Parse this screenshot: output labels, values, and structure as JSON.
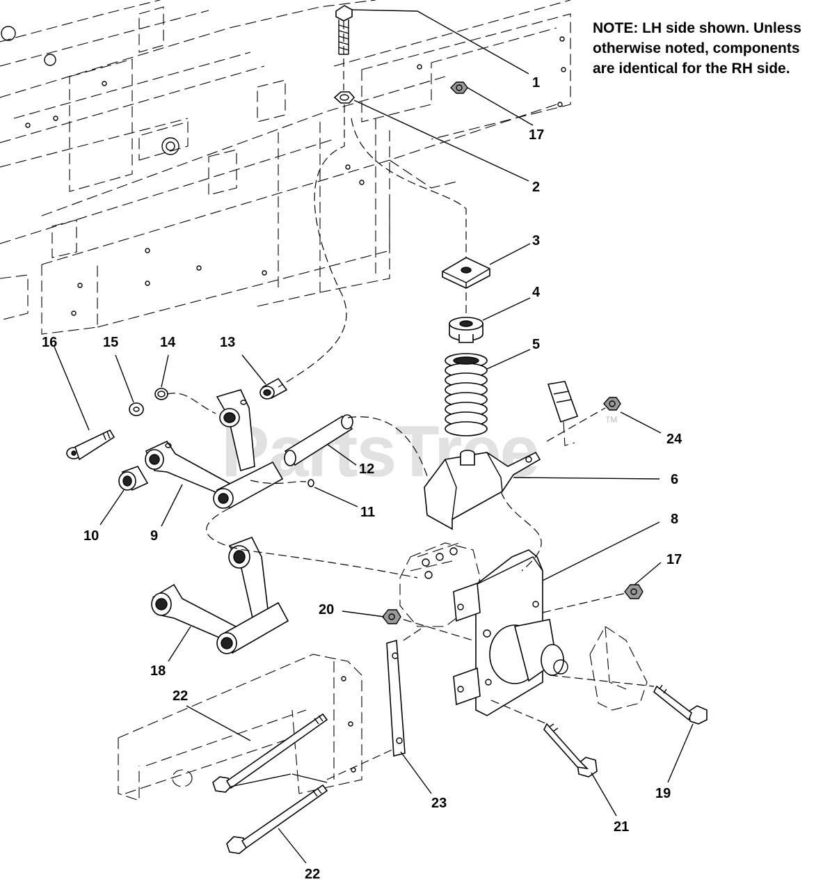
{
  "note": {
    "lines": [
      "NOTE: LH side shown.  Unless",
      "otherwise noted, components",
      "are identical for the RH side."
    ]
  },
  "watermark": "PartsTree",
  "trademark": "TM",
  "callouts": [
    "1",
    "17",
    "2",
    "3",
    "4",
    "5",
    "24",
    "6",
    "16",
    "15",
    "14",
    "13",
    "12",
    "11",
    "10",
    "9",
    "8",
    "17",
    "20",
    "18",
    "22",
    "23",
    "21",
    "19",
    "22"
  ]
}
